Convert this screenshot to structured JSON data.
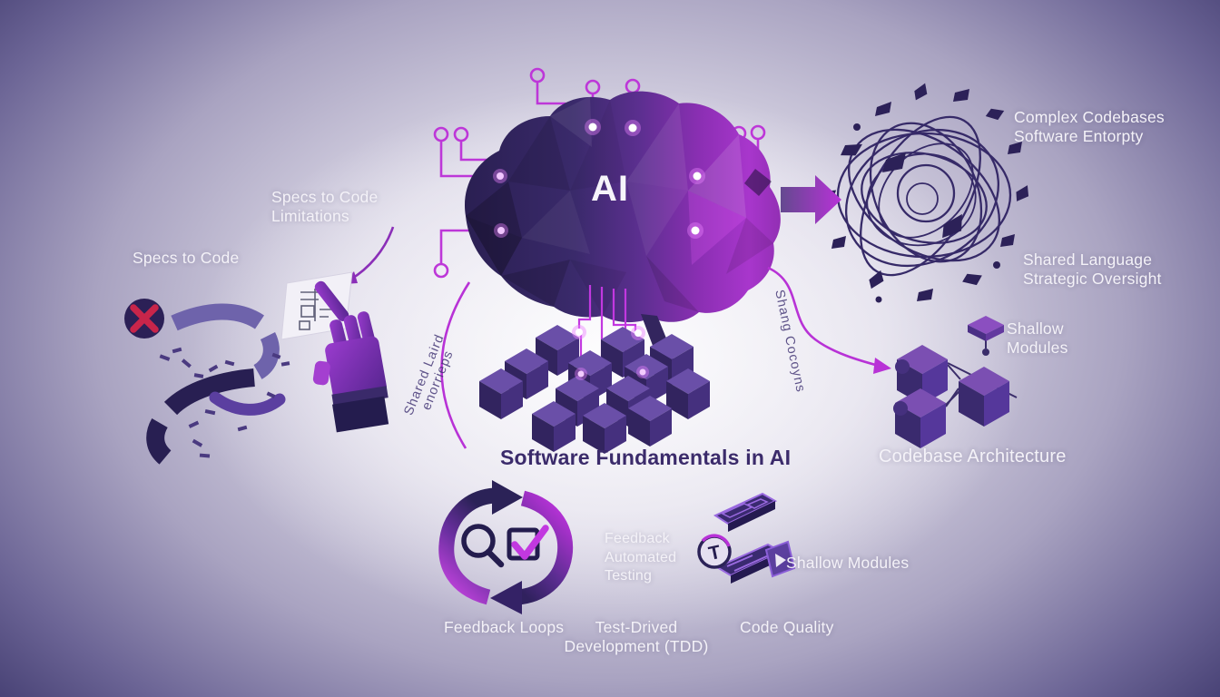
{
  "colors": {
    "accent_magenta": "#b832d8",
    "deep_navy": "#2b2257",
    "ink_purple": "#3b2b6b",
    "label_white": "#f4f2f8",
    "error_red": "#c8254a"
  },
  "center": {
    "ai_label": "AI",
    "title": "Software Fundamentals in AI"
  },
  "left": {
    "specs_to_code": "Specs to Code",
    "specs_to_code_limitations": "Specs to Code\nLimitations",
    "curved_note": "Shared Laird enorrieps"
  },
  "right": {
    "complex_codebases": "Complex Codebases\nSoftware Entorpty",
    "shared_language": "Shared Language\nStrategic Oversight",
    "shallow_modules": "Shallow\nModules",
    "codebase_architecture": "Codebase Architecture",
    "curved_note": "Shang Cocoyns"
  },
  "bottom": {
    "feedback_loops": "Feedback Loops",
    "feedback_automated_testing": "Feedback\nAutomated\nTesting",
    "tdd": "Test-Drived\nDevelopment (TDD)",
    "code_quality": "Code Quality",
    "shallow_modules": "Shallow Modules",
    "t_badge": "T"
  }
}
